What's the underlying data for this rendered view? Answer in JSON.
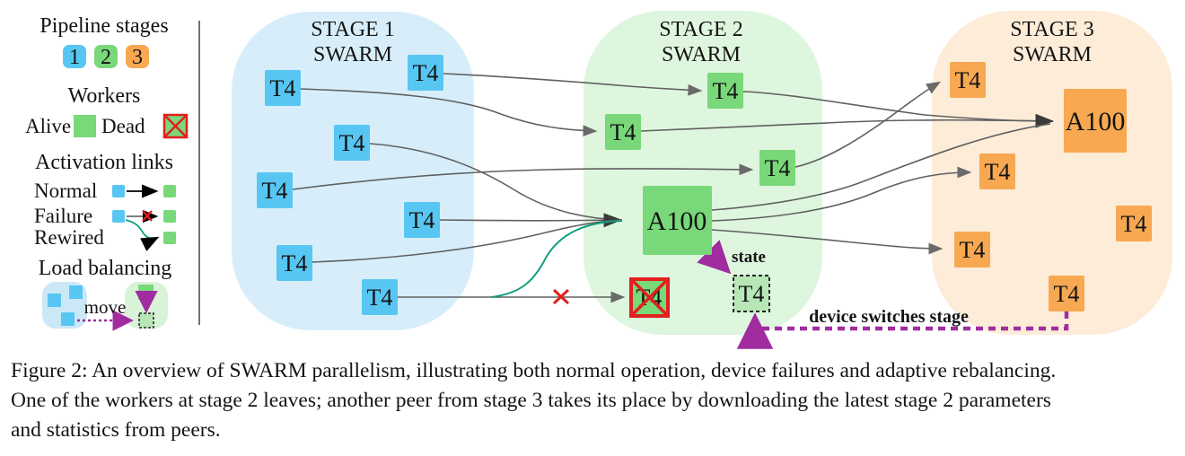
{
  "legend": {
    "pipeline_title": "Pipeline stages",
    "stage_badges": [
      "1",
      "2",
      "3"
    ],
    "workers_title": "Workers",
    "alive_label": "Alive",
    "dead_label": "Dead",
    "links_title": "Activation links",
    "normal_label": "Normal",
    "failure_label": "Failure",
    "rewired_label": "Rewired",
    "balancing_title": "Load balancing",
    "move_label": "move"
  },
  "stages": [
    {
      "title": "STAGE 1",
      "subtitle": "SWARM"
    },
    {
      "title": "STAGE 2",
      "subtitle": "SWARM"
    },
    {
      "title": "STAGE 3",
      "subtitle": "SWARM"
    }
  ],
  "nodes": {
    "t4": "T4",
    "a100": "A100"
  },
  "annotations": {
    "state": "state",
    "device_switch": "device switches stage"
  },
  "caption": {
    "lines": [
      "Figure 2: An overview of SWARM parallelism, illustrating both normal operation, device failures and adaptive rebalancing.",
      "One of the workers at stage 2 leaves; another peer from stage 3 takes its place by downloading the latest stage 2 parameters",
      "and statistics from peers."
    ]
  },
  "colors": {
    "stage1_worker": "#58c6f2",
    "stage2_worker": "#79d879",
    "stage3_worker": "#f7a851",
    "stage1_bg": "#d7eefa",
    "stage2_bg": "#def6de",
    "stage3_bg": "#fcecd8",
    "legend_blue_bg": "#cbe8f7",
    "legend_green_bg": "#d9f3d9",
    "dead_border": "#e21f1f",
    "rewired_link": "#0a9e7d",
    "normal_link": "#606060",
    "move_accent": "#a02ca0",
    "new_worker_fill": "#b7e7b7"
  }
}
